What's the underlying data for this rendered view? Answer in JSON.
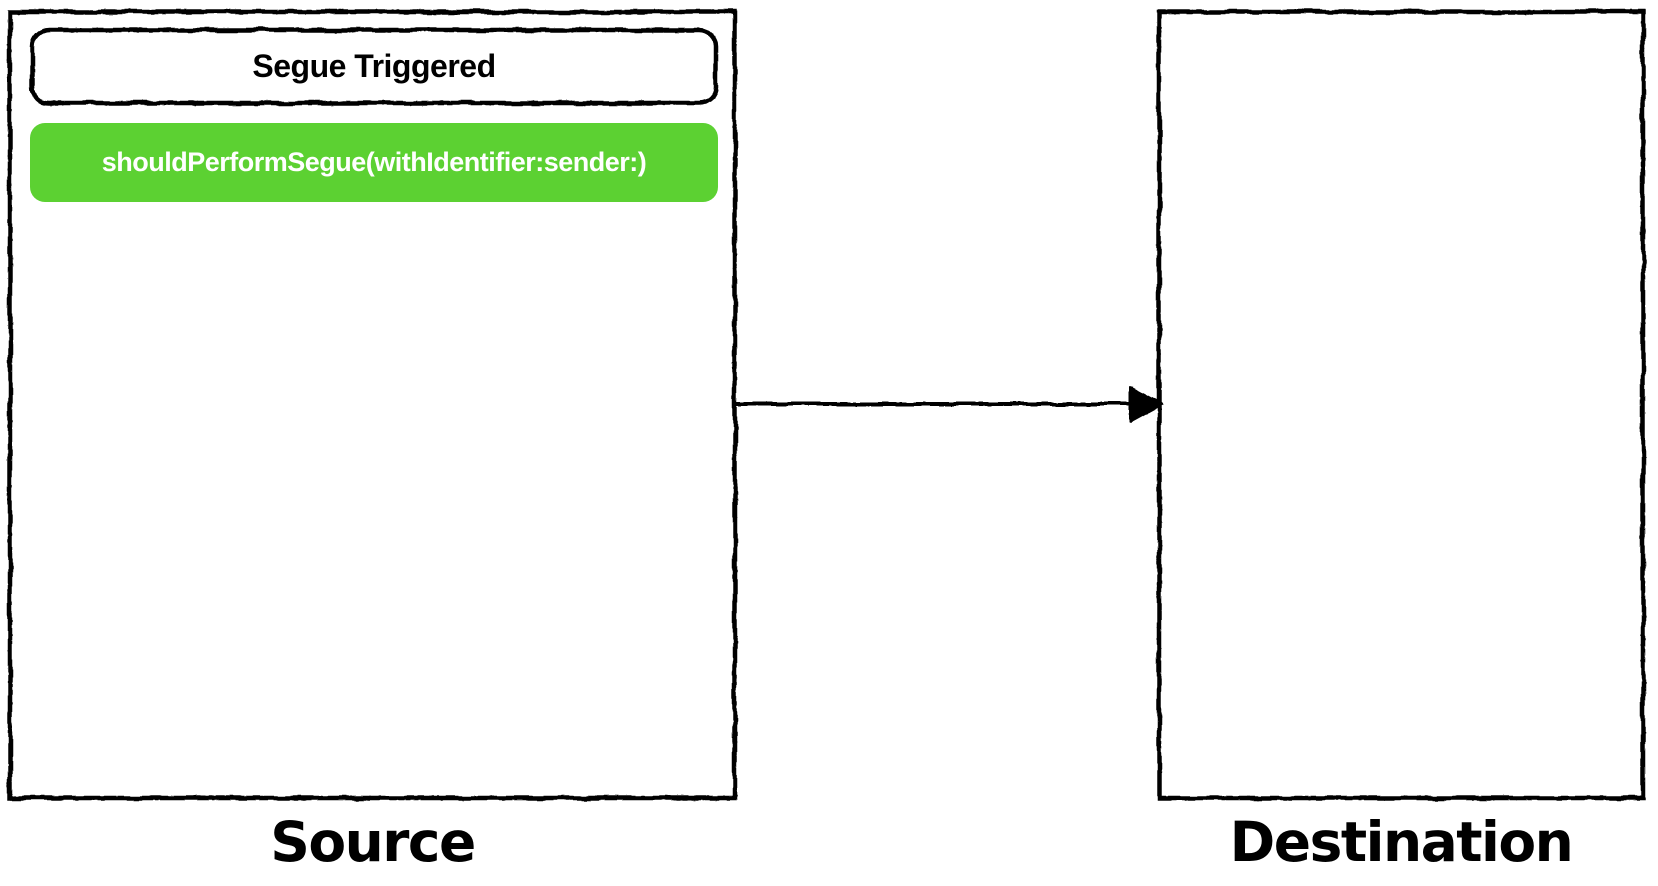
{
  "diagram": {
    "source": {
      "label": "Source",
      "event_pill": "Segue Triggered",
      "method_pill": "shouldPerformSegue(withIdentifier:sender:)"
    },
    "destination": {
      "label": "Destination"
    },
    "arrow": {
      "from": "Source",
      "to": "Destination",
      "direction": "right"
    },
    "colors": {
      "stroke": "#000000",
      "method_pill_fill": "#5cd132",
      "method_pill_text": "#ffffff",
      "background": "#ffffff"
    }
  }
}
